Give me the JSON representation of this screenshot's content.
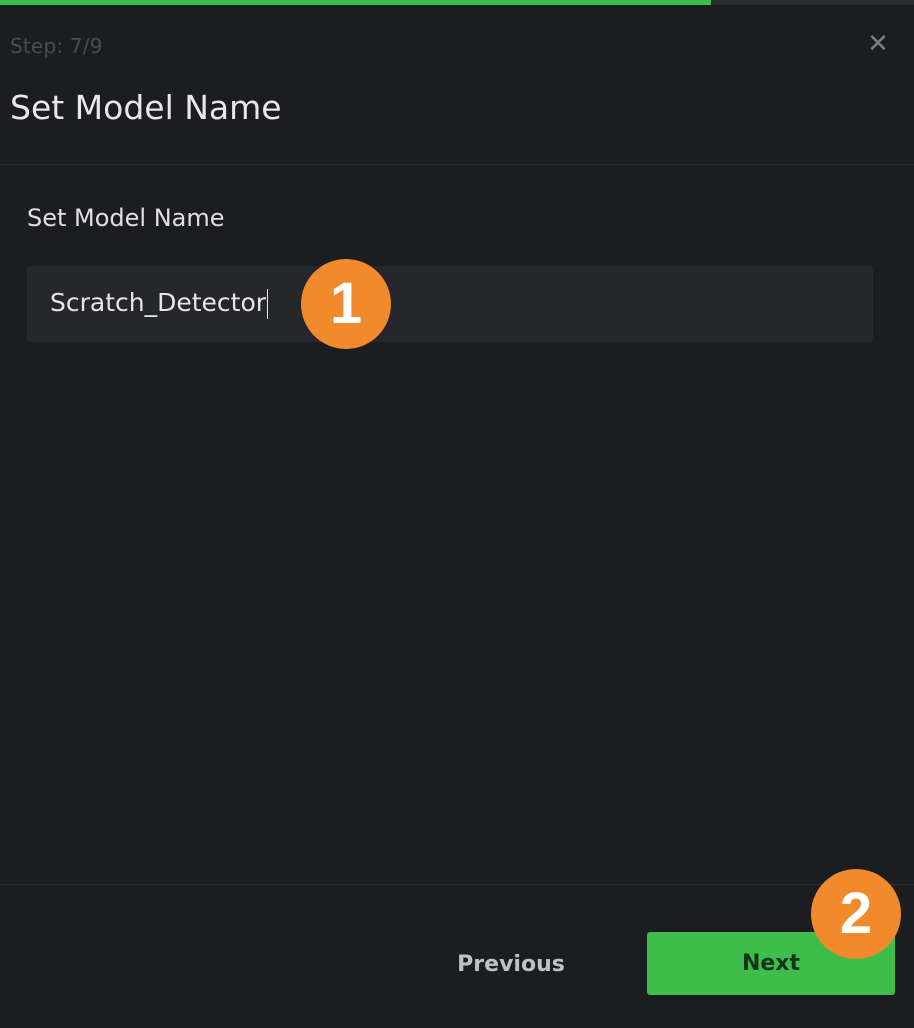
{
  "progress": {
    "fraction": 0.7778,
    "color": "#3fbd4a"
  },
  "header": {
    "step_label": "Step: 7/9",
    "title": "Set Model Name",
    "close_icon": "close-icon",
    "close_glyph": "✕"
  },
  "form": {
    "field_label": "Set Model Name",
    "input_value": "Scratch_Detector"
  },
  "footer": {
    "previous_label": "Previous",
    "next_label": "Next",
    "accent_color": "#3fbd4a"
  },
  "annotations": [
    {
      "label": "1",
      "color": "#f08a2c"
    },
    {
      "label": "2",
      "color": "#f08a2c"
    }
  ]
}
